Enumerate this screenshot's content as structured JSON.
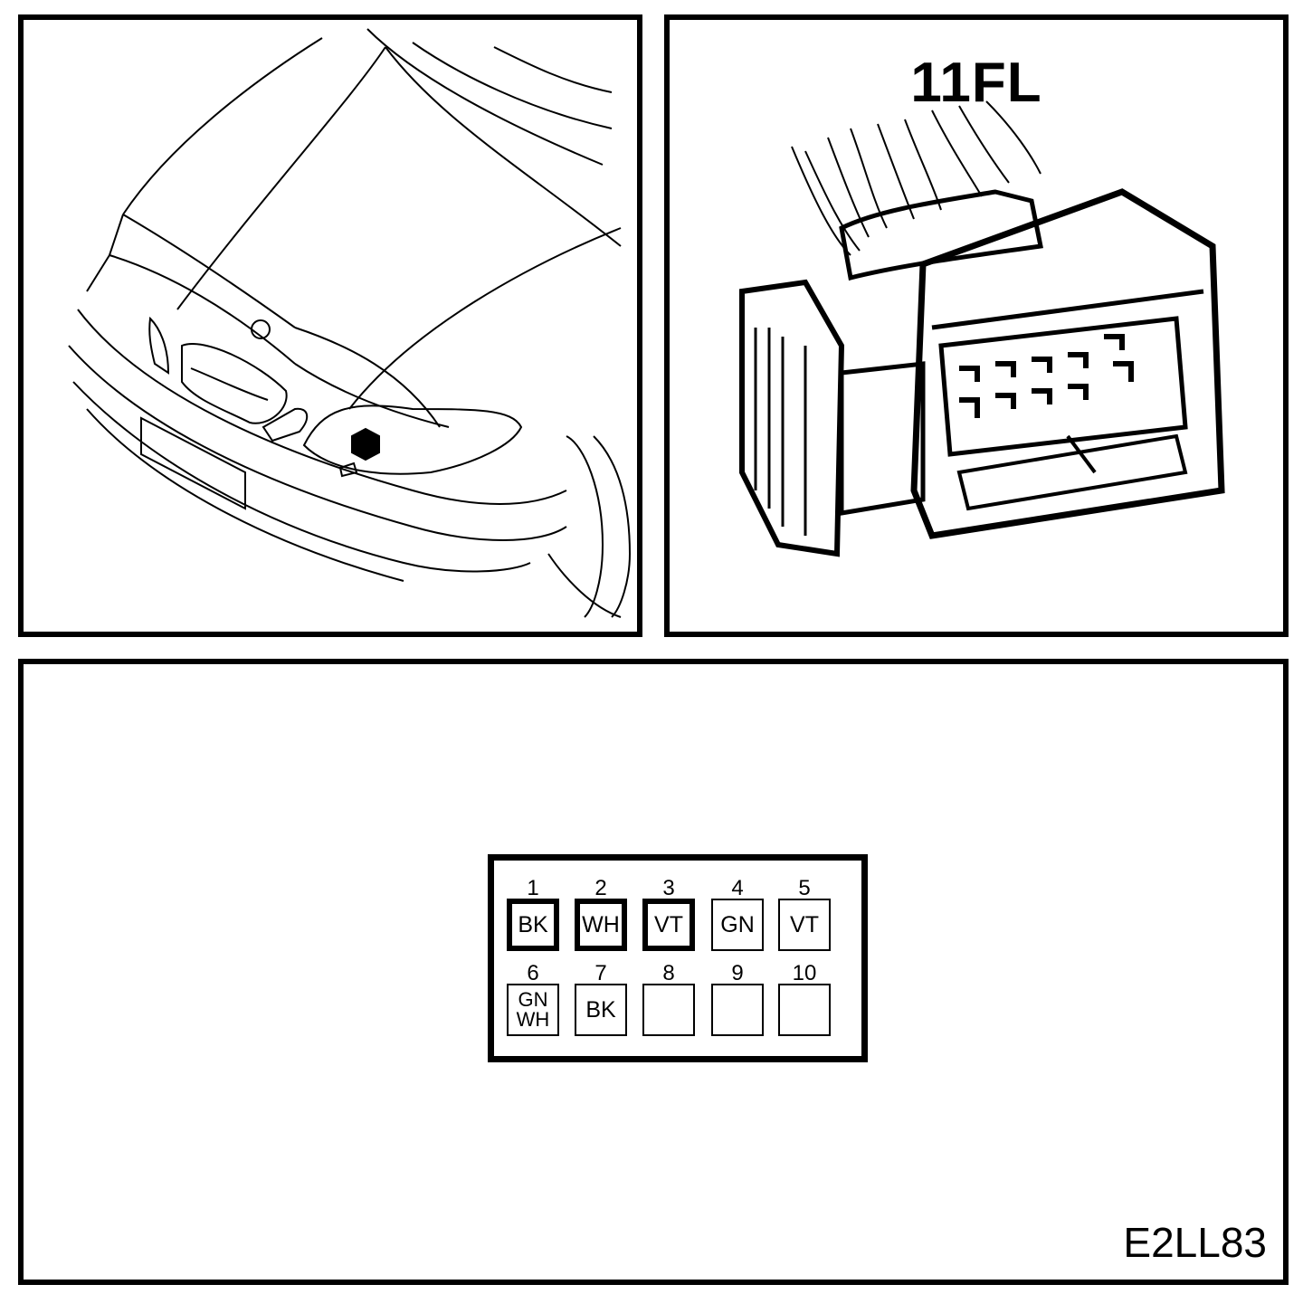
{
  "connector": {
    "id": "11FL",
    "pins": [
      {
        "number": "1",
        "wire": "BK",
        "used": true
      },
      {
        "number": "2",
        "wire": "WH",
        "used": true
      },
      {
        "number": "3",
        "wire": "VT",
        "used": true
      },
      {
        "number": "4",
        "wire": "GN",
        "used": false
      },
      {
        "number": "5",
        "wire": "VT",
        "used": false
      },
      {
        "number": "6",
        "wire": "GN\nWH",
        "used": false
      },
      {
        "number": "7",
        "wire": "BK",
        "used": false
      },
      {
        "number": "8",
        "wire": "",
        "used": false
      },
      {
        "number": "9",
        "wire": "",
        "used": false
      },
      {
        "number": "10",
        "wire": "",
        "used": false
      }
    ]
  },
  "locator_icon": "hexagon-marker-icon",
  "figure_code": "E2LL83"
}
